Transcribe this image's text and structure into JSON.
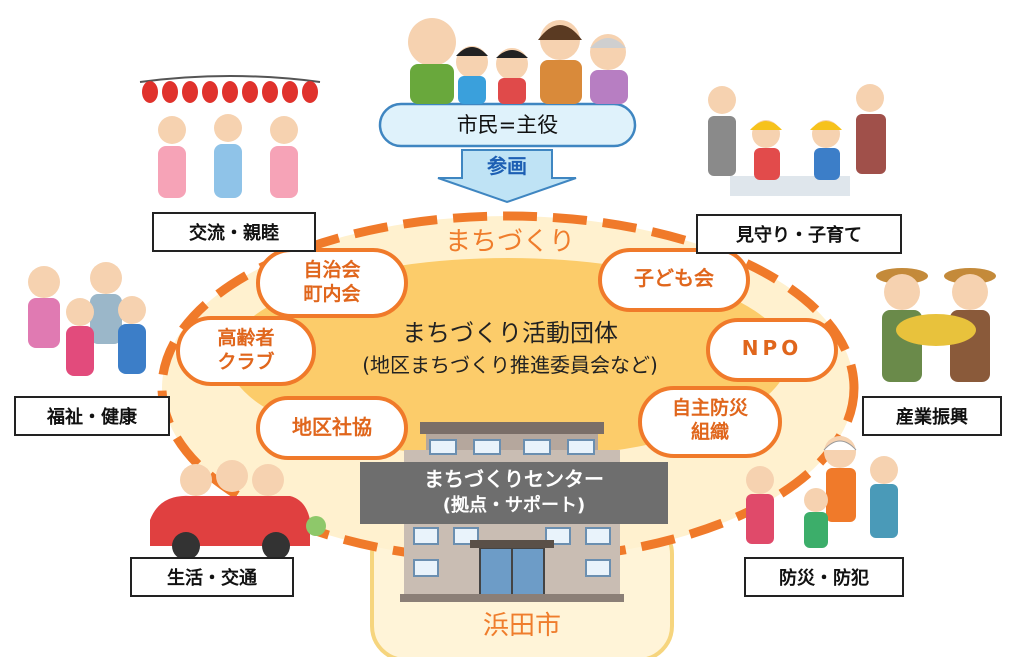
{
  "citizens": {
    "label": "市民=主役"
  },
  "participation": {
    "label": "参画"
  },
  "ring": {
    "label": "まちづくり"
  },
  "core": {
    "title": "まちづくり活動団体",
    "subtitle": "(地区まちづくり推進委員会など)"
  },
  "groups": {
    "jichikai_1": "自治会",
    "jichikai_2": "町内会",
    "kodomo": "子ども会",
    "koreisha_1": "高齢者",
    "koreisha_2": "クラブ",
    "npo": "NPO",
    "chiku": "地区社協",
    "bosai_1": "自主防災",
    "bosai_2": "組織"
  },
  "center_building": {
    "line1": "まちづくりセンター",
    "line2": "(拠点・サポート)"
  },
  "city": {
    "label": "浜田市"
  },
  "themes": {
    "exchange": "交流・親睦",
    "watch": "見守り・子育て",
    "welfare": "福祉・健康",
    "industry": "産業振興",
    "life": "生活・交通",
    "disaster": "防災・防犯"
  },
  "colors": {
    "orange": "#f07a2a",
    "ring_fill": "#fff1cf",
    "core_fill": "#fccc6a",
    "pill_border": "#f07a2a",
    "citizen_fill": "#dff2fb",
    "arrow_fill": "#bfe3f5",
    "city_fill": "#fff4d8",
    "center_banner": "#6e6e6e"
  }
}
